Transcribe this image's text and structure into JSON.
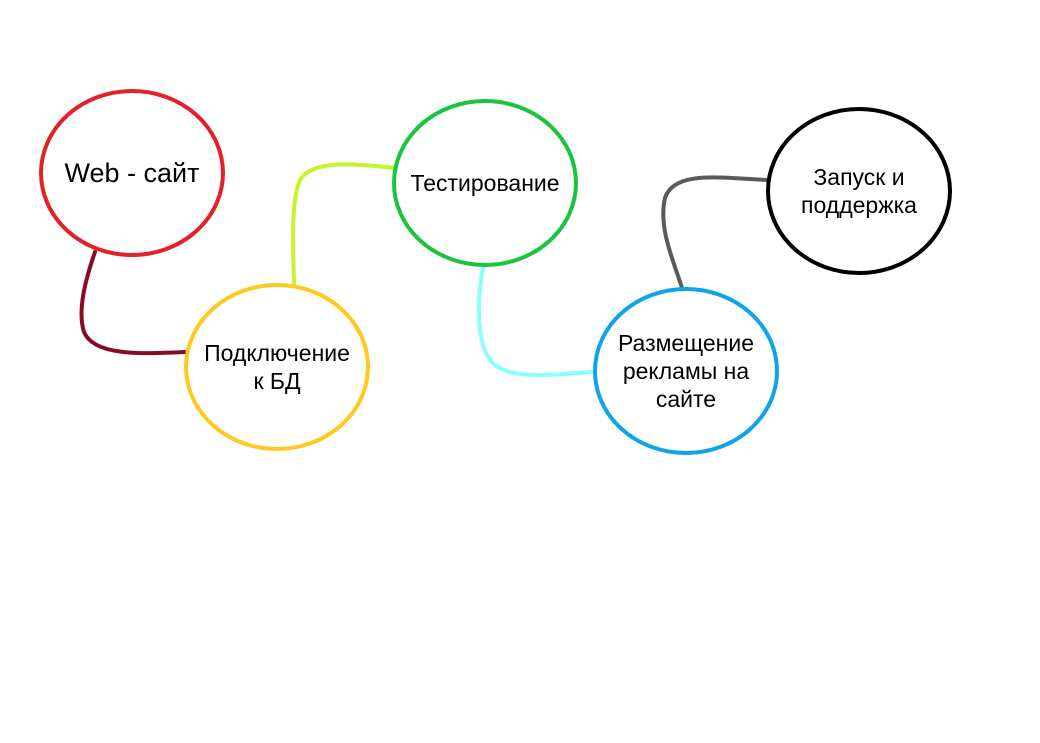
{
  "diagram": {
    "nodes": [
      {
        "id": "web-site",
        "lines": [
          "Web - сайт"
        ],
        "color": "#e32129"
      },
      {
        "id": "db-connection",
        "lines": [
          "Подключение",
          "к БД"
        ],
        "color": "#ffc91f"
      },
      {
        "id": "testing",
        "lines": [
          "Тестирование"
        ],
        "color": "#18c440"
      },
      {
        "id": "ad-placement",
        "lines": [
          "Размещение",
          "рекламы на",
          "сайте"
        ],
        "color": "#0fa3ea"
      },
      {
        "id": "launch-support",
        "lines": [
          "Запуск и",
          "поддержка"
        ],
        "color": "#000000"
      }
    ],
    "connectors": [
      {
        "from": "web-site",
        "to": "db-connection",
        "color": "#880b26"
      },
      {
        "from": "db-connection",
        "to": "testing",
        "color": "#c3f52a"
      },
      {
        "from": "testing",
        "to": "ad-placement",
        "color": "#8afdfd"
      },
      {
        "from": "ad-placement",
        "to": "launch-support",
        "color": "#5a5a5a"
      }
    ]
  }
}
